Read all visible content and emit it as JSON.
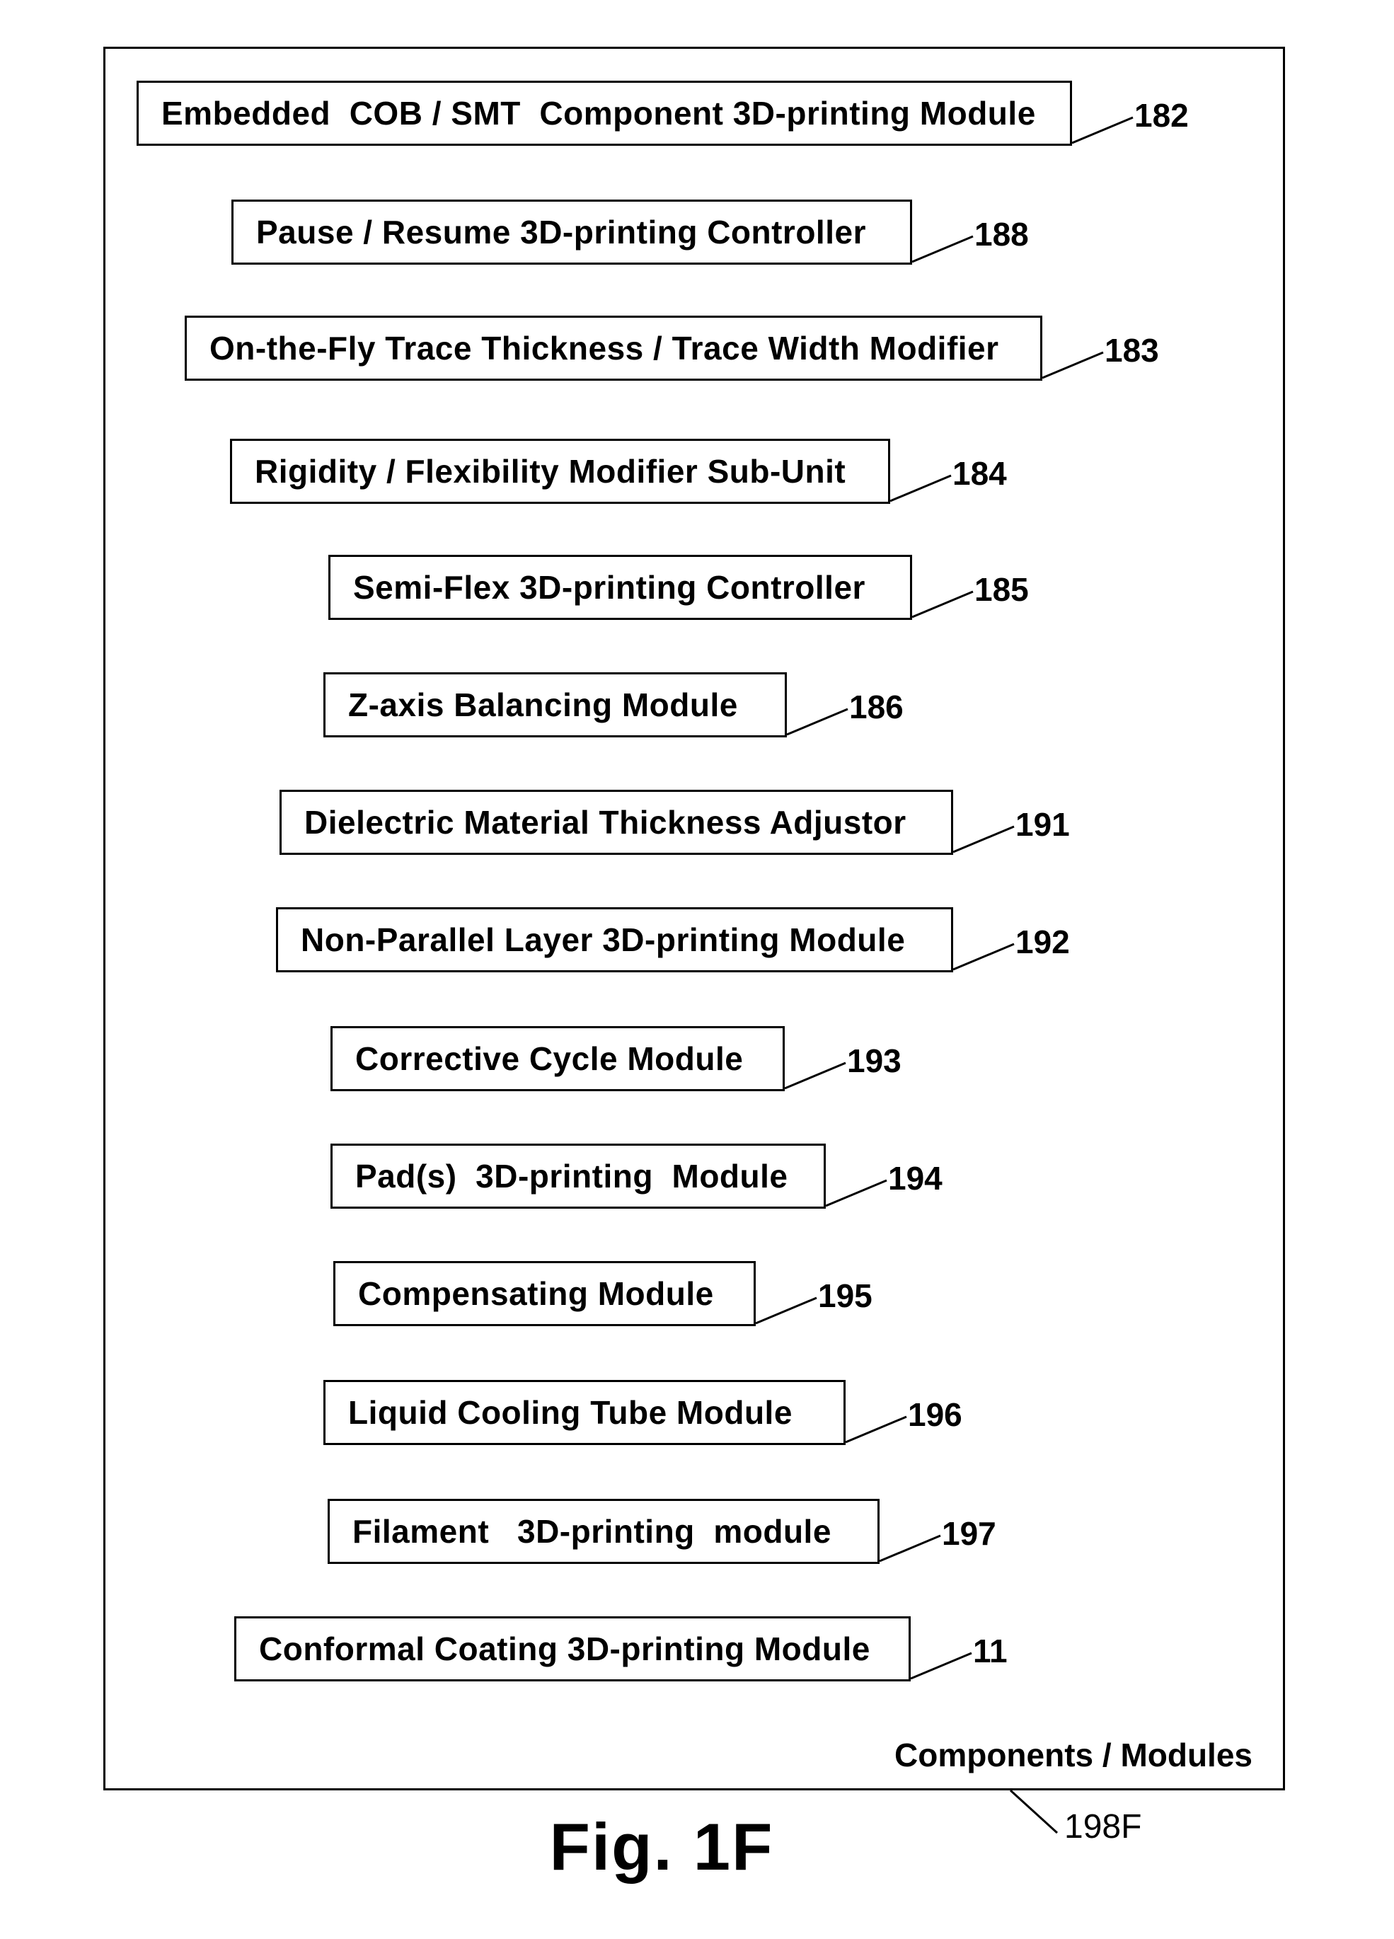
{
  "modules": [
    {
      "label": "Embedded  COB / SMT  Component 3D-printing Module",
      "ref": "182"
    },
    {
      "label": "Pause / Resume 3D-printing Controller",
      "ref": "188"
    },
    {
      "label": "On-the-Fly Trace Thickness / Trace Width Modifier",
      "ref": "183"
    },
    {
      "label": "Rigidity / Flexibility Modifier Sub-Unit",
      "ref": "184"
    },
    {
      "label": "Semi-Flex 3D-printing Controller",
      "ref": "185"
    },
    {
      "label": "Z-axis Balancing Module",
      "ref": "186"
    },
    {
      "label": "Dielectric Material Thickness Adjustor",
      "ref": "191"
    },
    {
      "label": "Non-Parallel Layer 3D-printing Module",
      "ref": "192"
    },
    {
      "label": "Corrective Cycle Module",
      "ref": "193"
    },
    {
      "label": "Pad(s)  3D-printing  Module",
      "ref": "194"
    },
    {
      "label": "Compensating Module",
      "ref": "195"
    },
    {
      "label": "Liquid Cooling Tube Module",
      "ref": "196"
    },
    {
      "label": "Filament   3D-printing  module",
      "ref": "197"
    },
    {
      "label": "Conformal Coating 3D-printing Module",
      "ref": "11"
    }
  ],
  "frame": {
    "caption": "Components / Modules",
    "ref": "198F"
  },
  "figure": {
    "title": "Fig. 1F"
  }
}
